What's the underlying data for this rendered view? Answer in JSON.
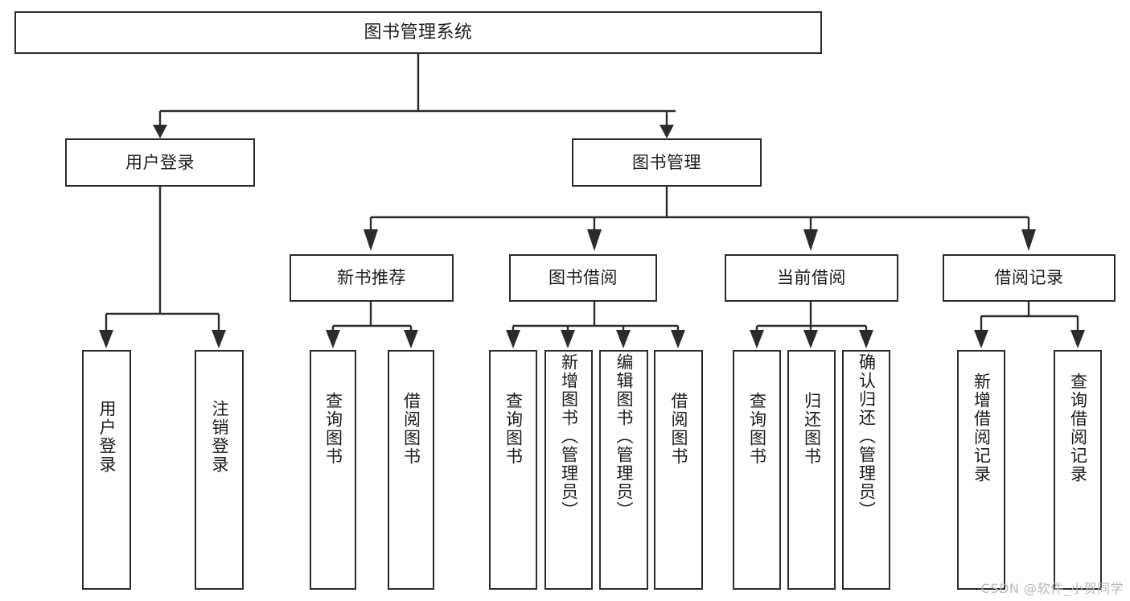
{
  "diagram": {
    "title": "图书管理系统",
    "watermark": "CSDN @软件_小贺同学",
    "colors": {
      "stroke": "#2b2b2b",
      "fill": "#ffffff",
      "text": "#1b1b1b",
      "watermark": "#b9b9b9"
    },
    "levels": {
      "root": {
        "label": "图书管理系统"
      },
      "level2": [
        {
          "id": "user-login",
          "label": "用户登录"
        },
        {
          "id": "book-management",
          "label": "图书管理"
        }
      ],
      "level3": [
        {
          "id": "new-book-recommend",
          "label": "新书推荐",
          "parent": "book-management"
        },
        {
          "id": "book-borrow",
          "label": "图书借阅",
          "parent": "book-management"
        },
        {
          "id": "current-borrow",
          "label": "当前借阅",
          "parent": "book-management"
        },
        {
          "id": "borrow-record",
          "label": "借阅记录",
          "parent": "book-management"
        }
      ],
      "leaves": [
        {
          "id": "leaf-user-login",
          "label": "用户登录",
          "parent": "user-login"
        },
        {
          "id": "leaf-logout",
          "label": "注销登录",
          "parent": "user-login"
        },
        {
          "id": "leaf-query-book-1",
          "label": "查询图书",
          "parent": "new-book-recommend"
        },
        {
          "id": "leaf-borrow-book-1",
          "label": "借阅图书",
          "parent": "new-book-recommend"
        },
        {
          "id": "leaf-query-book-2",
          "label": "查询图书",
          "parent": "book-borrow"
        },
        {
          "id": "leaf-add-book",
          "label": "新增图书（管理员）",
          "parent": "book-borrow"
        },
        {
          "id": "leaf-edit-book",
          "label": "编辑图书（管理员）",
          "parent": "book-borrow"
        },
        {
          "id": "leaf-borrow-book-2",
          "label": "借阅图书",
          "parent": "book-borrow"
        },
        {
          "id": "leaf-query-book-3",
          "label": "查询图书",
          "parent": "current-borrow"
        },
        {
          "id": "leaf-return-book",
          "label": "归还图书",
          "parent": "current-borrow"
        },
        {
          "id": "leaf-confirm-return",
          "label": "确认归还（管理员）",
          "parent": "current-borrow"
        },
        {
          "id": "leaf-add-record",
          "label": "新增借阅记录",
          "parent": "borrow-record"
        },
        {
          "id": "leaf-query-record",
          "label": "查询借阅记录",
          "parent": "borrow-record"
        }
      ]
    }
  }
}
